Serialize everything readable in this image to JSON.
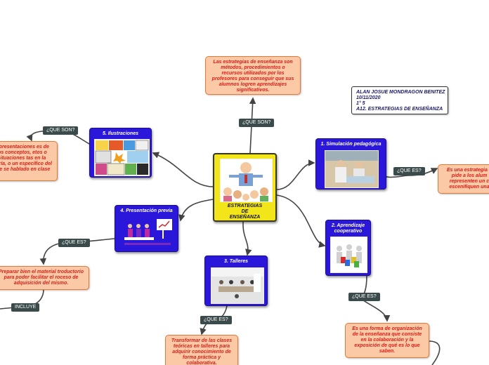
{
  "center": {
    "title_lines": [
      "ESTRATEGIAS",
      "DE",
      "ENSEÑANZA"
    ]
  },
  "definition": {
    "text": "Las estrategias de enseñanza son métodos, procedimientos o recursos utilizados por los profesores para conseguir que sus alumnos logren aprendizajes significativos."
  },
  "author": {
    "lines": [
      "ALAN JOSUE MONDRAGON BENITEZ",
      "10/11/2020",
      "1° 5",
      "A12. ESTRATEGIAS DE ENSEÑANZA"
    ]
  },
  "tags": {
    "que_son_top": "¿QUE SON?",
    "que_son_left": "¿QUE SON?",
    "que_es_sim": "¿QUE ES?",
    "que_es_pres": "¿QUE ES?",
    "incluye": "INCLUYE",
    "que_es_talleres": "¿QUE ES?",
    "que_es_coop": "¿QUE ES?"
  },
  "strategies": {
    "simulacion": {
      "title": "1. Simulación pedagógica",
      "icon": "simulation-photo"
    },
    "cooperativo": {
      "title_lines": [
        "2. Aprendizaje",
        "cooperativo"
      ],
      "icon": "people-puzzle-photo"
    },
    "talleres": {
      "title": "3. Talleres",
      "icon": "workshop-photo"
    },
    "presentacion": {
      "title": "4. Presentación previa",
      "icon": "presentation-photo"
    },
    "ilustraciones": {
      "title": "5. Ilustraciones",
      "icon": "comic-collage-photo"
    }
  },
  "answers": {
    "ilustraciones": "representaciones es de los conceptos, etos o situaciones tas en la teoría, o un específico del que se hablado en clase",
    "simulacion": "Es una estrategia q pide a los alum representen un c escenifiquen una",
    "presentacion": "Preparar bien el material troductorio para poder facilitar el roceso de adquisición del mismo.",
    "talleres": "Transformar de las clases teóricas en talleres para adquirir conocimiento de forma práctica y colaborativa.",
    "cooperativo": "Es una forma de organización de la enseñanza que consiste en la colaboración y la exposición de qué es lo que saben."
  },
  "colors": {
    "center": "#f2e51a",
    "strategy": "#2a17d9",
    "answer_fill": "#fbc9a6",
    "answer_text": "#d9201a",
    "tag": "#3b4a4a"
  }
}
